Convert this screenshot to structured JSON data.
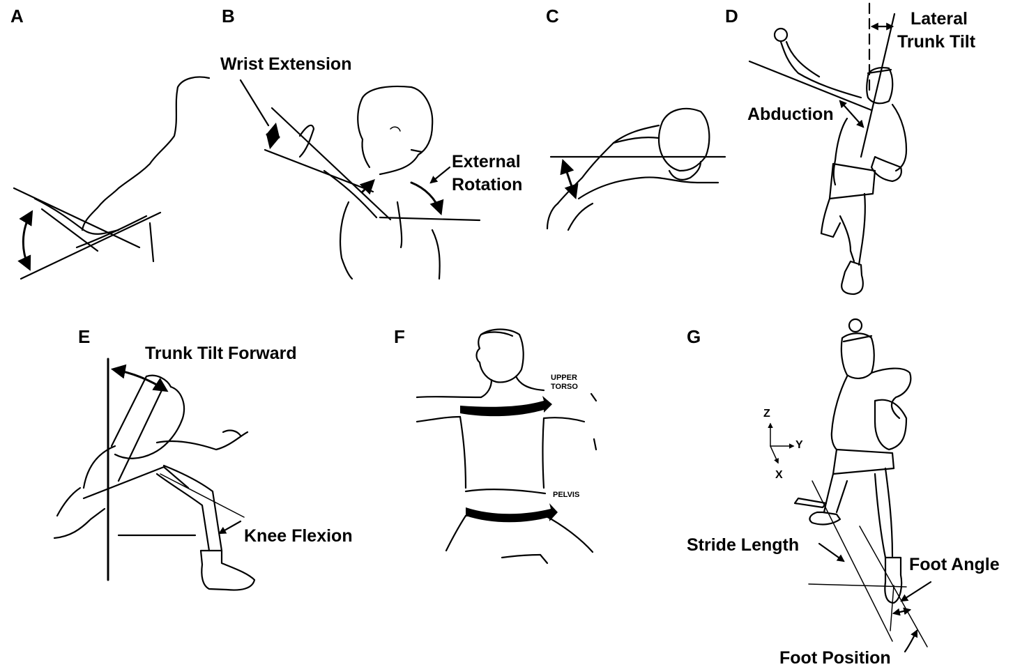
{
  "panels": {
    "a": {
      "letter": "A"
    },
    "b": {
      "letter": "B",
      "labels": [
        "Wrist Extension",
        "External",
        "Rotation"
      ]
    },
    "c": {
      "letter": "C"
    },
    "d": {
      "letter": "D",
      "labels": [
        "Lateral",
        "Trunk Tilt",
        "Abduction"
      ]
    },
    "e": {
      "letter": "E",
      "labels": [
        "Trunk Tilt Forward",
        "Knee Flexion"
      ]
    },
    "f": {
      "letter": "F",
      "labels": [
        "UPPER",
        "TORSO",
        "PELVIS"
      ]
    },
    "g": {
      "letter": "G",
      "labels": [
        "Stride Length",
        "Foot Angle",
        "Foot Position"
      ],
      "axes": [
        "Z",
        "Y",
        "X"
      ]
    }
  },
  "colors": {
    "ink": "#000000",
    "background": "#ffffff"
  }
}
